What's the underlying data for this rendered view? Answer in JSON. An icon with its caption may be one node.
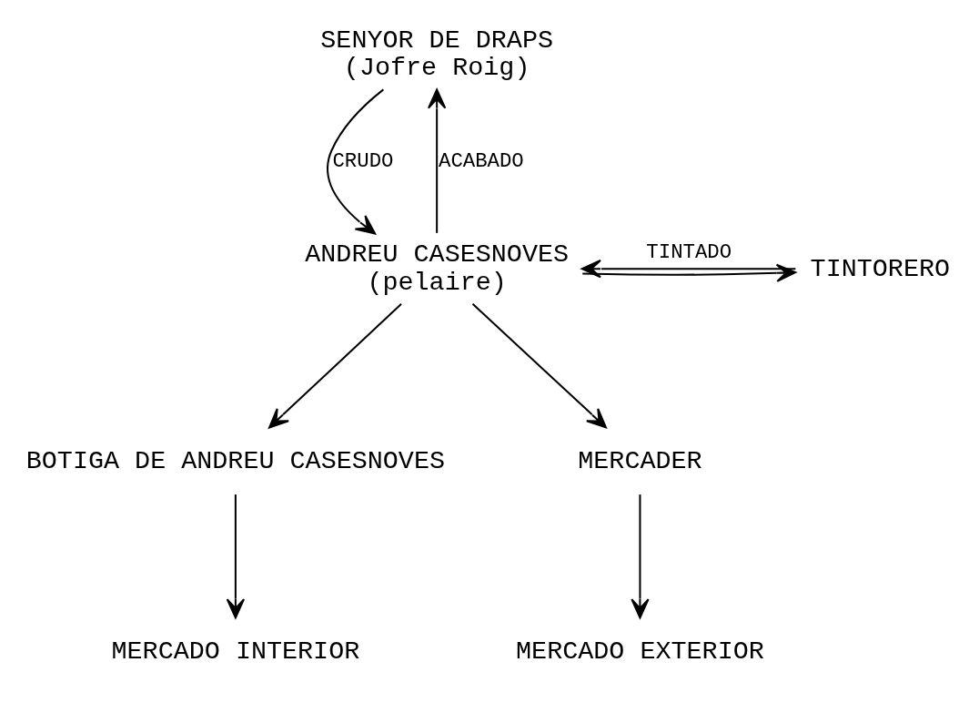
{
  "diagram": {
    "nodes": [
      {
        "text": [
          "SENYOR DE DRAPS",
          "(Jofre Roig)"
        ]
      },
      {
        "text": [
          "ANDREU CASESNOVES",
          "(pelaire)"
        ]
      },
      {
        "text": [
          "TINTORERO"
        ]
      },
      {
        "text": [
          "BOTIGA DE ANDREU CASESNOVES"
        ]
      },
      {
        "text": [
          "MERCADER"
        ]
      },
      {
        "text": [
          "MERCADO INTERIOR"
        ]
      },
      {
        "text": [
          "MERCADO EXTERIOR"
        ]
      }
    ],
    "edges": [
      {
        "from": 0,
        "to": 1,
        "arrow": "to",
        "label": "CRUDO"
      },
      {
        "from": 1,
        "to": 0,
        "arrow": "to",
        "label": "ACABADO"
      },
      {
        "from": 1,
        "to": 2,
        "arrow": "to"
      },
      {
        "from": 2,
        "to": 1,
        "arrow": "to",
        "label": "TINTADO"
      },
      {
        "from": 1,
        "to": 3,
        "arrow": "to"
      },
      {
        "from": 1,
        "to": 4,
        "arrow": "to"
      },
      {
        "from": 3,
        "to": 5,
        "arrow": "to"
      },
      {
        "from": 4,
        "to": 6,
        "arrow": "to"
      }
    ]
  }
}
